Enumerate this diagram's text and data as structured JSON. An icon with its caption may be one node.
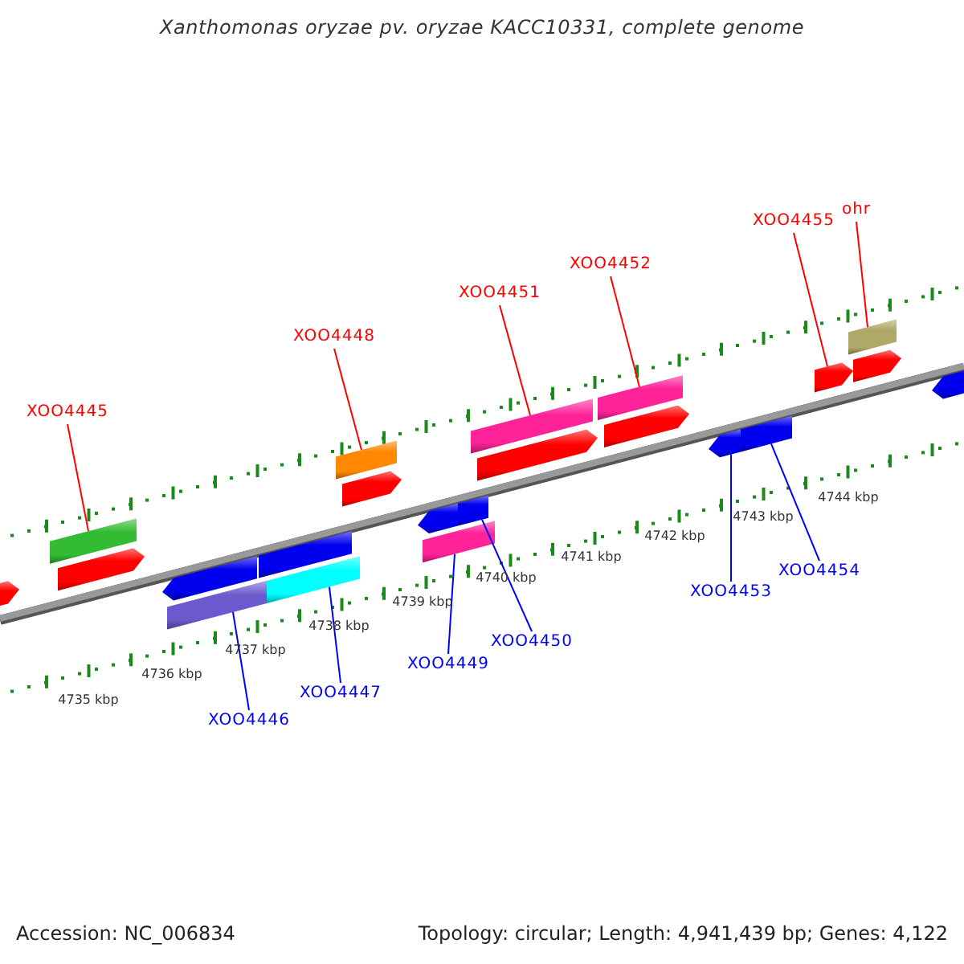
{
  "diagram": {
    "title": "Xanthomonas oryzae pv. oryzae KACC10331, complete genome",
    "nodes": [
      {
        "text": [
          "XOO4445"
        ]
      },
      {
        "text": [
          "XOO4446"
        ]
      },
      {
        "text": [
          "XOO4447"
        ]
      },
      {
        "text": [
          "XOO4448"
        ]
      },
      {
        "text": [
          "XOO4449"
        ]
      },
      {
        "text": [
          "XOO4450"
        ]
      },
      {
        "text": [
          "XOO4451"
        ]
      },
      {
        "text": [
          "XOO4452"
        ]
      },
      {
        "text": [
          "XOO4453"
        ]
      },
      {
        "text": [
          "XOO4454"
        ]
      },
      {
        "text": [
          "XOO4455"
        ]
      },
      {
        "text": [
          "ohr"
        ]
      },
      {
        "text": [],
        "shape": "bar"
      },
      {
        "text": [],
        "shape": "bar"
      },
      {
        "text": [],
        "shape": "bar"
      },
      {
        "text": [],
        "shape": "bar"
      },
      {
        "text": [],
        "shape": "bar"
      },
      {
        "text": [],
        "shape": "bar"
      },
      {
        "text": [],
        "shape": "bar"
      },
      {
        "text": [],
        "shape": "bar"
      },
      {
        "text": [],
        "shape": "arrow"
      },
      {
        "text": [],
        "shape": "bar"
      },
      {
        "text": [],
        "shape": "arrow"
      },
      {
        "text": [],
        "shape": "bar"
      }
    ],
    "edges": [
      {
        "from": 0,
        "to": 12,
        "arrow": "none",
        "color": "#ff0000"
      },
      {
        "from": 1,
        "to": 13,
        "arrow": "none",
        "color": "#0000ff"
      },
      {
        "from": 2,
        "to": 14,
        "arrow": "none",
        "color": "#0000ff"
      },
      {
        "from": 3,
        "to": 15,
        "arrow": "none",
        "color": "#ff0000"
      },
      {
        "from": 4,
        "to": 16,
        "arrow": "none",
        "color": "#0000ff"
      },
      {
        "from": 5,
        "to": 17,
        "arrow": "none",
        "color": "#0000ff"
      },
      {
        "from": 6,
        "to": 18,
        "arrow": "none",
        "color": "#ff0000"
      },
      {
        "from": 7,
        "to": 19,
        "arrow": "none",
        "color": "#ff0000"
      },
      {
        "from": 8,
        "to": 20,
        "arrow": "none",
        "color": "#0000ff"
      },
      {
        "from": 9,
        "to": 21,
        "arrow": "none",
        "color": "#0000ff"
      },
      {
        "from": 10,
        "to": 22,
        "arrow": "none",
        "color": "#ff0000"
      },
      {
        "from": 11,
        "to": 23,
        "arrow": "none",
        "color": "#ff0000"
      }
    ],
    "labels": [
      "4735 kbp",
      "4736 kbp",
      "4737 kbp",
      "4738 kbp",
      "4739 kbp",
      "4740 kbp",
      "4741 kbp",
      "4742 kbp",
      "4743 kbp",
      "4744 kbp",
      "Accession: NC_006834",
      "Topology: circular; Length: 4,941,439 bp; Genes: 4,122"
    ]
  }
}
